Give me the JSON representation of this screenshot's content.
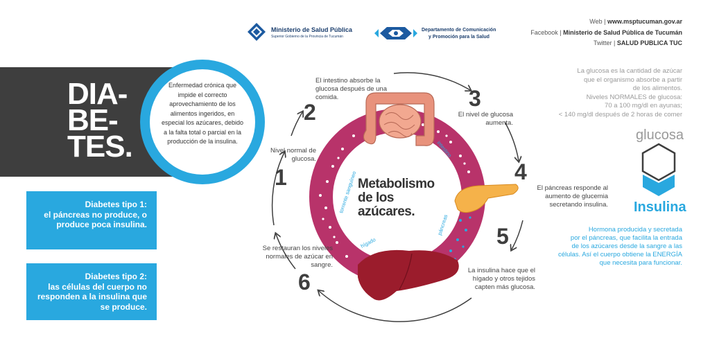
{
  "header": {
    "ministry_name": "Ministerio de Salud Pública",
    "ministry_sub": "Superior Gobierno de la Provincia de Tucumán",
    "dept_line1": "Departamento de Comunicación",
    "dept_line2": "y Promoción para la Salud",
    "web_label": "Web |",
    "web_value": "www.msptucuman.gov.ar",
    "facebook_label": "Facebook |",
    "facebook_value": "Ministerio de Salud Pública de Tucumán",
    "twitter_label": "Twitter |",
    "twitter_value": "SALUD PUBLICA TUC"
  },
  "title": {
    "line1": "DIA-",
    "line2": "BE-",
    "line3": "TES."
  },
  "definition": "Enfermedad crónica que impide el correcto aprovechamiento de los alimentos ingeridos, en especial los azúcares, debido a la falta total o parcial en la producción de la insulina.",
  "types": [
    {
      "heading": "Diabetes tipo 1:",
      "text": "el páncreas no produce, o produce poca insulina."
    },
    {
      "heading": "Diabetes tipo 2:",
      "text": "las células del cuerpo no responden a la insulina que se produce."
    }
  ],
  "diagram": {
    "center_line1": "Metabolismo",
    "center_line2": "de los",
    "center_line3": "azúcares.",
    "ring_labels": [
      "torrente sanguíneo",
      "intestino",
      "páncreas",
      "hígado"
    ],
    "steps": [
      {
        "num": "1",
        "text": "Nivel normal de glucosa."
      },
      {
        "num": "2",
        "text": "El intestino absorbe la glucosa después de una comida."
      },
      {
        "num": "3",
        "text": "El nivel de glucosa aumenta."
      },
      {
        "num": "4",
        "text": "El páncreas responde al aumento de glucemia secretando insulina."
      },
      {
        "num": "5",
        "text": "La insulina hace que el hígado y otros tejidos capten más glucosa."
      },
      {
        "num": "6",
        "text": "Se restauran los niveles normales de azúcar en sangre."
      }
    ]
  },
  "glucose": {
    "text_line1": "La glucosa es la cantidad de azúcar",
    "text_line2": "que el organismo absorbe a partir",
    "text_line3": "de los alimentos.",
    "text_line4": "Niveles NORMALES de glucosa:",
    "text_line5": "70 a 100 mg/dl en ayunas;",
    "text_line6": "< 140 mg/dl después de 2 horas de comer",
    "label": "glucosa"
  },
  "insulin": {
    "label": "Insulina",
    "text_line1": "Hormona producida y secretada",
    "text_line2": "por el páncreas, que facilita la entrada",
    "text_line3": "de los azúcares desde la sangre a las",
    "text_line4": "células. Así el cuerpo obtiene la ENERGÍA",
    "text_line5": "que necesita para funcionar."
  },
  "colors": {
    "accent_blue": "#29a8df",
    "dark_band": "#3e3e3e",
    "ring_magenta": "#b8336a",
    "organ_liver": "#9b1c2c",
    "organ_pancreas": "#f5b24a",
    "organ_intestine": "#e8927c"
  }
}
